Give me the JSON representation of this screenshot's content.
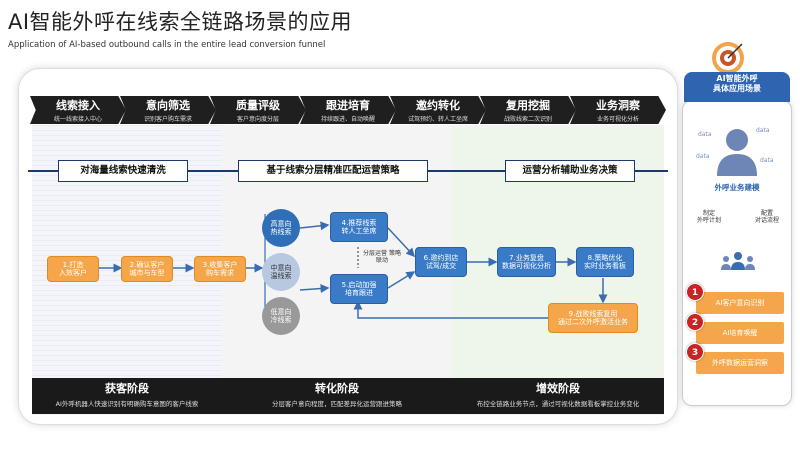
{
  "title": "AI智能外呼在线索全链路场景的应用",
  "subtitle": "Application of AI-based outbound calls in the entire lead conversion funnel",
  "stages": [
    {
      "title": "线索接入",
      "desc": "统一线索接入中心"
    },
    {
      "title": "意向筛选",
      "desc": "识别客户购车需求"
    },
    {
      "title": "质量评级",
      "desc": "客户意向度分层"
    },
    {
      "title": "跟进培育",
      "desc": "持续跟进、自动唤醒"
    },
    {
      "title": "邀约转化",
      "desc": "试驾预约、转人工坐席"
    },
    {
      "title": "复用挖掘",
      "desc": "战败线索二次识别"
    },
    {
      "title": "业务洞察",
      "desc": "业务可视化分析"
    }
  ],
  "strategies": [
    "对海量线索快速清洗",
    "基于线索分层精准匹配运营策略",
    "运营分析辅助业务决策"
  ],
  "nodes": {
    "n1": "1.打造\n入效客户",
    "n2": "2.确认客户\n城市与车型",
    "n3": "3.收集客户\n购车需求",
    "n4": "4.推荐线索\n转人工坐席",
    "n5": "5.启动加强\n培育跟进",
    "n6": "6.邀约到店\n试驾/成交",
    "n7": "7.业务复盘\n数据可视化分析",
    "n8": "8.策略优化\n实时业务看板",
    "n9": "9.战败线索复用\n通过二次外呼激活业务",
    "high": "高意向\n热线索",
    "mid": "中意向\n温线索",
    "low": "低意向\n冷线索",
    "split": "分层运营\n策略联动"
  },
  "phases": [
    {
      "title": "获客阶段",
      "desc": "AI外呼机器人快速识别有明确购车意图的客户线索"
    },
    {
      "title": "转化阶段",
      "desc": "分层客户意向程度，匹配差异化运营跟进策略"
    },
    {
      "title": "增效阶段",
      "desc": "布控全链路业务节点，通过可视化数据看板掌控业务变化"
    }
  ],
  "side": {
    "head": "AI智能外呼\n具体应用场景",
    "model": "外呼业务建模",
    "left_label": "制定\n外呼计划",
    "right_label": "配置\n对话流程",
    "items": [
      {
        "num": "1",
        "label": "AI客户意向识别"
      },
      {
        "num": "2",
        "label": "AI培育唤醒"
      },
      {
        "num": "3",
        "label": "外呼数据运营洞察"
      }
    ]
  }
}
